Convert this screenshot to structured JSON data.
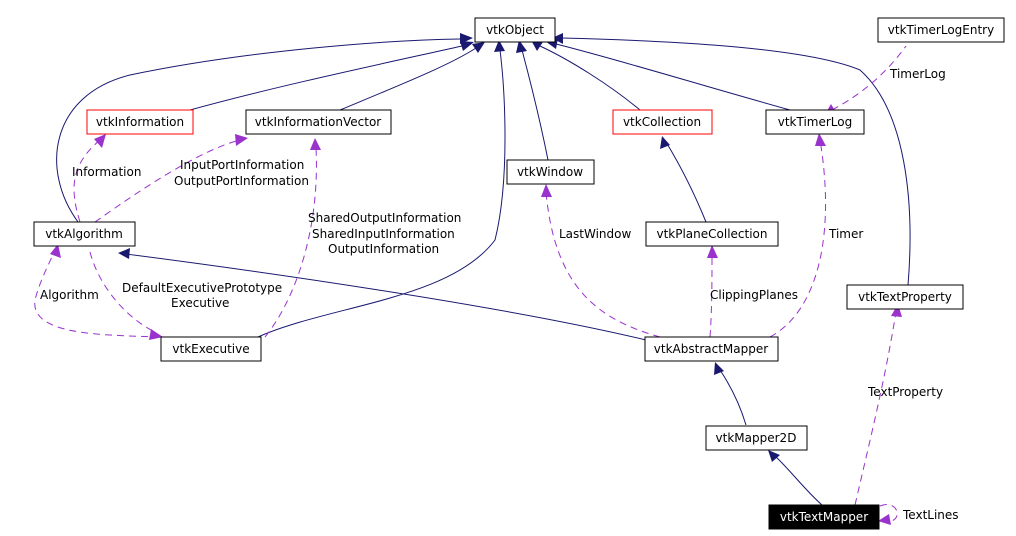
{
  "nodes": {
    "vtkObject": "vtkObject",
    "vtkTimerLogEntry": "vtkTimerLogEntry",
    "vtkInformation": "vtkInformation",
    "vtkInformationVector": "vtkInformationVector",
    "vtkCollection": "vtkCollection",
    "vtkTimerLog": "vtkTimerLog",
    "vtkWindow": "vtkWindow",
    "vtkAlgorithm": "vtkAlgorithm",
    "vtkPlaneCollection": "vtkPlaneCollection",
    "vtkTextProperty": "vtkTextProperty",
    "vtkExecutive": "vtkExecutive",
    "vtkAbstractMapper": "vtkAbstractMapper",
    "vtkMapper2D": "vtkMapper2D",
    "vtkTextMapper": "vtkTextMapper"
  },
  "edge_labels": {
    "timerlog": "TimerLog",
    "information": "Information",
    "inputport": "InputPortInformation",
    "outputport": "OutputPortInformation",
    "sharedoutput": "SharedOutputInformation",
    "sharedinput": "SharedInputInformation",
    "outputinfo": "OutputInformation",
    "lastwindow": "LastWindow",
    "timer": "Timer",
    "algorithm": "Algorithm",
    "defaultexec": "DefaultExecutivePrototype",
    "executive": "Executive",
    "clippingplanes": "ClippingPlanes",
    "textproperty": "TextProperty",
    "textlines": "TextLines"
  },
  "colors": {
    "inheritance": "#191970",
    "usage": "#9a32cd",
    "highlight_border": "#ff0000",
    "current_fill": "#000000"
  }
}
